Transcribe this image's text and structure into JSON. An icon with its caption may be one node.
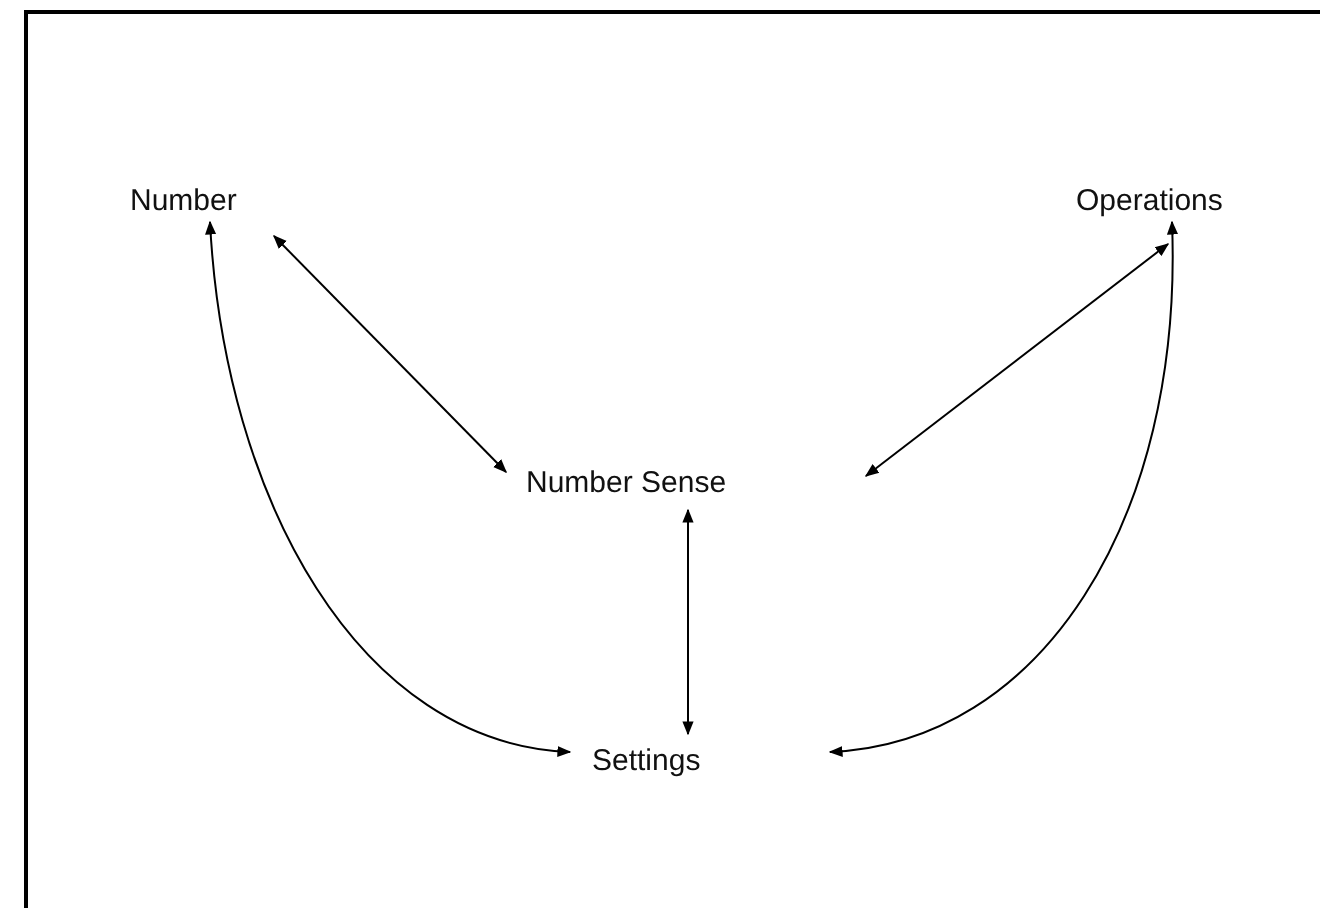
{
  "diagram": {
    "nodes": [
      {
        "text": [
          "Number"
        ]
      },
      {
        "text": [
          "Operations"
        ]
      },
      {
        "text": [
          "Number Sense"
        ]
      },
      {
        "text": [
          "Settings"
        ]
      }
    ],
    "edges": [
      {
        "from": 0,
        "to": 2,
        "arrow": "both"
      },
      {
        "from": 1,
        "to": 2,
        "arrow": "both"
      },
      {
        "from": 2,
        "to": 3,
        "arrow": "both"
      },
      {
        "from": 0,
        "to": 3,
        "arrow": "both"
      },
      {
        "from": 1,
        "to": 3,
        "arrow": "both"
      }
    ]
  }
}
